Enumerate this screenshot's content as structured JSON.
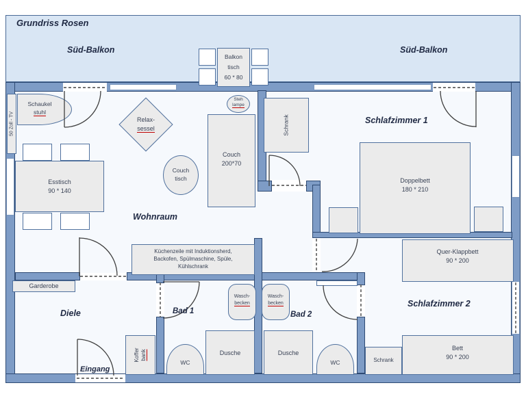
{
  "title": "Grundriss Rosen",
  "colors": {
    "wall_fill": "#7e9cc6",
    "wall_stroke": "#2e4a73",
    "balcony_fill": "#d9e6f4",
    "interior_fill": "#f6f9fd",
    "furniture_fill": "#ebebeb",
    "furniture_stroke": "#50719e",
    "label_dark": "#202a44",
    "furniture_text": "#3a4356",
    "underline_red": "#c00000"
  },
  "balcony": {
    "label_left": "Süd-Balkon",
    "label_right": "Süd-Balkon",
    "table": {
      "l1": "Balkon",
      "l2": "tisch",
      "l3": "60 * 80"
    }
  },
  "rooms": {
    "wohnraum": "Wohnraum",
    "schlafzimmer1": "Schlafzimmer 1",
    "schlafzimmer2": "Schlafzimmer 2",
    "diele": "Diele",
    "bad1": "Bad 1",
    "bad2": "Bad 2",
    "eingang": "Eingang"
  },
  "furniture": {
    "tv": "50 Zoll - TV",
    "schaukelstuhl": {
      "l1": "Schaukel",
      "l2": "stuhl"
    },
    "esstisch": {
      "l1": "Esstisch",
      "l2": "90 * 140"
    },
    "relaxsessel": {
      "l1": "Relax-",
      "l2": "sessel"
    },
    "couchtisch": {
      "l1": "Couch",
      "l2": "tisch"
    },
    "couch": {
      "l1": "Couch",
      "l2": "200*70"
    },
    "stehlampe": {
      "l1": "Steh",
      "l2": "lampe"
    },
    "schrank_sz1": "Schrank",
    "doppelbett": {
      "l1": "Doppelbett",
      "l2": "180 * 210"
    },
    "querklappbett": {
      "l1": "Quer-Klappbett",
      "l2": "90 * 200"
    },
    "bett": {
      "l1": "Bett",
      "l2": "90 * 200"
    },
    "schrank_sz2": "Schrank",
    "kueche": {
      "l1": "Küchenzeile mit Induktionsherd,",
      "l2": "Backofen, Spülmaschine, Spüle,",
      "l3": "Kühlschrank"
    },
    "garderobe": "Garderobe",
    "kofferbank": {
      "l1": "Koffer",
      "l2": "bank"
    },
    "waschbecken": {
      "l1": "Wasch-",
      "l2": "becken"
    },
    "wc": "WC",
    "dusche": "Dusche"
  }
}
